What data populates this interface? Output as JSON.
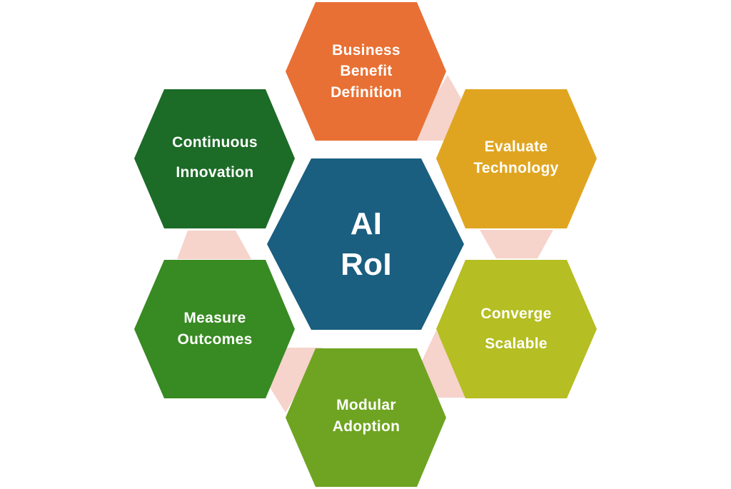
{
  "center": {
    "line1": "AI",
    "line2": "RoI",
    "color": "#1A5E80"
  },
  "steps": [
    {
      "line1": "Business",
      "line2": "Benefit",
      "line3": "Definition",
      "color": "#E87034"
    },
    {
      "line1": "Evaluate",
      "line2": "Technology",
      "color": "#E0A520"
    },
    {
      "line1": "Converge",
      "line2": "Scalable",
      "color": "#B5BE22"
    },
    {
      "line1": "Modular",
      "line2": "Adoption",
      "color": "#6EA421"
    },
    {
      "line1": "Measure",
      "line2": "Outcomes",
      "color": "#388A22"
    },
    {
      "line1": "Continuous",
      "line2": "Innovation",
      "color": "#1C6B27"
    }
  ],
  "connector_color": "#F6D3CB"
}
